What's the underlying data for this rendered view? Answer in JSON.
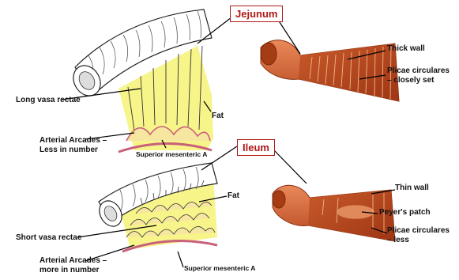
{
  "titles": {
    "jejunum": "Jejunum",
    "ileum": "Ileum"
  },
  "jejunum_labels": {
    "thick_wall": "Thick wall",
    "plicae": "Plicae circulares\n– closely set",
    "long_vasa": "Long vasa rectae",
    "fat": "Fat",
    "arcades": "Arterial Arcades –\nLess in number",
    "sma": "Superior mesenteric A"
  },
  "ileum_labels": {
    "thin_wall": "Thin wall",
    "peyers": "Peyer's patch",
    "plicae": "Plicae circulares\n– less",
    "fat": "Fat",
    "short_vasa": "Short vasa rectae",
    "arcades": "Arterial Arcades –\nmore in number",
    "sma": "Superior mesenteric A"
  },
  "colors": {
    "title_border": "#b01818",
    "fat_yellow": "#f7f48a",
    "arcade_fill": "#f6e6a0",
    "artery": "#c8607a",
    "intestine_orange": "#d2642e"
  }
}
